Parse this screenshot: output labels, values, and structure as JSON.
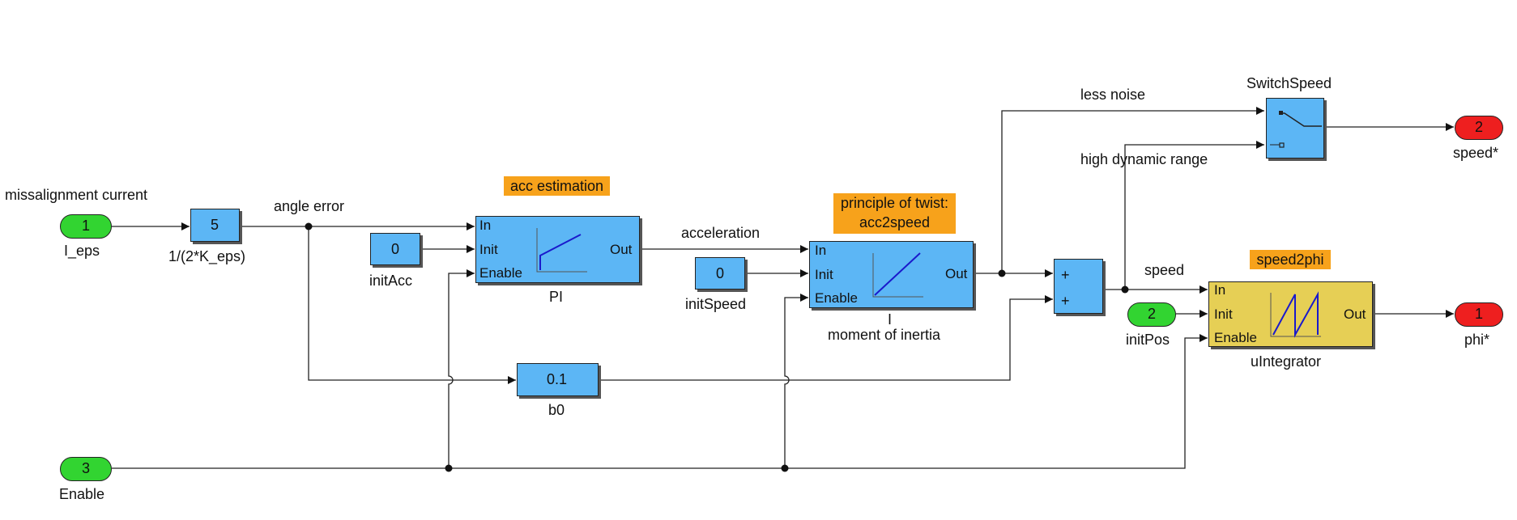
{
  "inports": [
    {
      "number": "1",
      "name": "I_eps"
    },
    {
      "number": "2",
      "name": "initPos"
    },
    {
      "number": "3",
      "name": "Enable"
    }
  ],
  "outports": [
    {
      "number": "2",
      "name": "speed*"
    },
    {
      "number": "1",
      "name": "phi*"
    }
  ],
  "blocks": {
    "gain_keps": {
      "value": "5",
      "name": "1/(2*K_eps)"
    },
    "init_acc": {
      "value": "0",
      "name": "initAcc"
    },
    "pi": {
      "name": "PI",
      "ports_in": [
        "In",
        "Init",
        "Enable"
      ],
      "port_out": "Out"
    },
    "init_speed": {
      "value": "0",
      "name": "initSpeed"
    },
    "i_block": {
      "name": "I",
      "ports_in": [
        "In",
        "Init",
        "Enable"
      ],
      "port_out": "Out"
    },
    "moment_label": "moment of inertia",
    "b0": {
      "value": "0.1",
      "name": "b0"
    },
    "sum": {
      "signs": [
        "+",
        "+"
      ]
    },
    "switch_speed": {
      "name": "SwitchSpeed"
    },
    "u_integrator": {
      "name": "uIntegrator",
      "ports_in": [
        "In",
        "Init",
        "Enable"
      ],
      "port_out": "Out"
    }
  },
  "annotations": {
    "acc_estimation": "acc estimation",
    "twist_line1": "principle of twist:",
    "twist_line2": "acc2speed",
    "speed2phi": "speed2phi"
  },
  "signals": {
    "missalignment": "missalignment current",
    "angle_error": "angle error",
    "acceleration": "acceleration",
    "less_noise": "less noise",
    "high_dynamic": "high dynamic range",
    "speed": "speed"
  },
  "colors": {
    "block_blue": "#5cb6f5",
    "block_yellow": "#e6cf55",
    "inport_green": "#32d431",
    "outport_red": "#ee1f1f",
    "annotation_orange": "#f7a21b",
    "plot_line": "#1a1acc"
  }
}
